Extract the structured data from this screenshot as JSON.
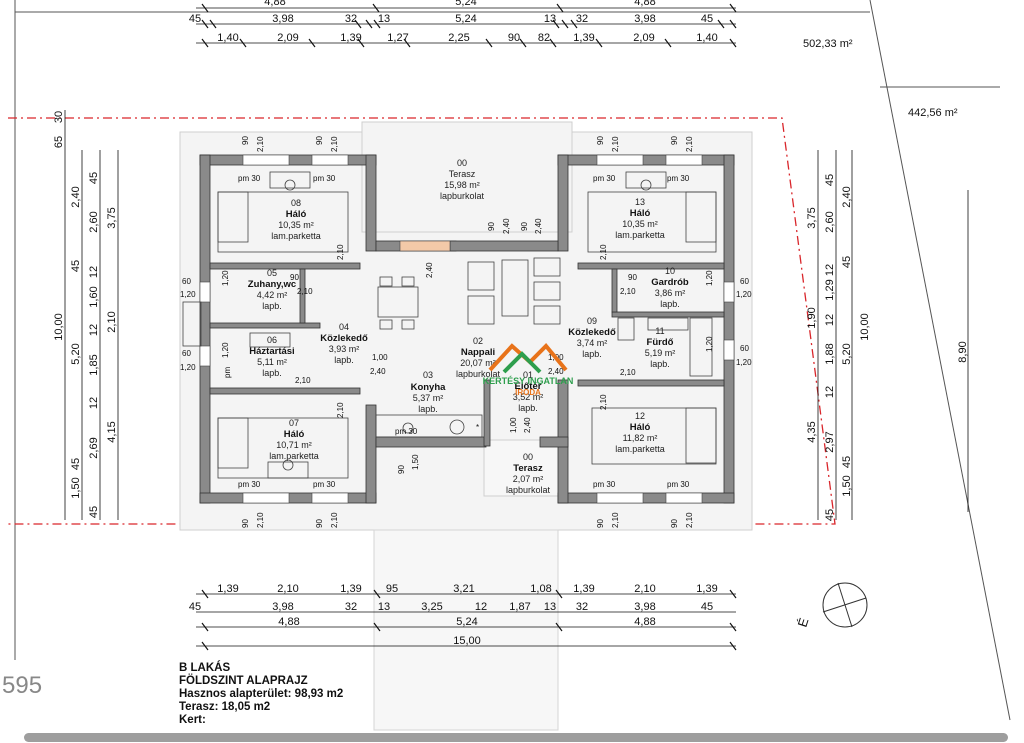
{
  "plot_area": "502,33 m²",
  "building_plot_area": "442,56 m²",
  "top_dims": {
    "row1": [
      "4,88",
      "5,24",
      "4,88"
    ],
    "row2": [
      "45",
      "3,98",
      "32",
      "13",
      "5,24",
      "13",
      "32",
      "3,98",
      "45"
    ],
    "row3": [
      "1,40",
      "2,09",
      "1,39",
      "1,27",
      "2,25",
      "90",
      "82",
      "1,39",
      "2,09",
      "1,40"
    ]
  },
  "bottom_dims": {
    "row1": [
      "1,39",
      "2,10",
      "1,39",
      "95",
      "3,21",
      "1,08",
      "1,39",
      "2,10",
      "1,39"
    ],
    "row2": [
      "45",
      "3,98",
      "32",
      "13",
      "3,25",
      "12",
      "1,87",
      "13",
      "32",
      "3,98",
      "45"
    ],
    "row3": [
      "4,88",
      "5,24",
      "4,88"
    ],
    "total": "15,00"
  },
  "left_dims": {
    "col1": [
      "65",
      "30"
    ],
    "col2": [
      "2,40",
      "45",
      "5,20",
      "45",
      "1,50"
    ],
    "col3": [
      "45",
      "2,60",
      "12",
      "1,60",
      "12",
      "1,85",
      "12",
      "2,69",
      "45"
    ],
    "col4": [
      "3,75",
      "2,10",
      "4,15"
    ],
    "total": "10,00"
  },
  "right_dims": {
    "col1": [
      "3,75",
      "1,90",
      "4,35"
    ],
    "col2": [
      "45",
      "2,60",
      "12",
      "1,29",
      "12",
      "1,88",
      "12",
      "2,97",
      "45"
    ],
    "col3": [
      "2,40",
      "45",
      "5,20",
      "45",
      "1,50"
    ],
    "total": "10,00",
    "site": "8,90"
  },
  "rooms": [
    {
      "num": "00",
      "name": "Terasz",
      "area": "15,98 m²",
      "floor": "lapburkolat"
    },
    {
      "num": "08",
      "name": "Háló",
      "area": "10,35 m²",
      "floor": "lam.parketta"
    },
    {
      "num": "13",
      "name": "Háló",
      "area": "10,35 m²",
      "floor": "lam.parketta"
    },
    {
      "num": "05",
      "name": "Zuhany,wc",
      "area": "4,42 m²",
      "floor": "lapb."
    },
    {
      "num": "06",
      "name": "Háztartási",
      "area": "5,11 m²",
      "floor": "lapb."
    },
    {
      "num": "04",
      "name": "Közlekedő",
      "area": "3,93 m²",
      "floor": "lapb."
    },
    {
      "num": "02",
      "name": "Nappali",
      "area": "20,07 m²",
      "floor": "lapburkolat"
    },
    {
      "num": "03",
      "name": "Konyha",
      "area": "5,37 m²",
      "floor": "lapb."
    },
    {
      "num": "01",
      "name": "Előtér",
      "area": "3,52 m²",
      "floor": "lapb."
    },
    {
      "num": "10",
      "name": "Gardrób",
      "area": "3,86 m²",
      "floor": "lapb."
    },
    {
      "num": "09",
      "name": "Közlekedő",
      "area": "3,74 m²",
      "floor": "lapb."
    },
    {
      "num": "11",
      "name": "Fürdő",
      "area": "5,19 m²",
      "floor": "lapb."
    },
    {
      "num": "07",
      "name": "Háló",
      "area": "10,71 m²",
      "floor": "lam.parketta"
    },
    {
      "num": "12",
      "name": "Háló",
      "area": "11,82 m²",
      "floor": "lam.parketta"
    },
    {
      "num": "00",
      "name": "Terasz",
      "area": "2,07 m²",
      "floor": "lapburkolat"
    }
  ],
  "labels": {
    "pm30": "pm 30",
    "pm": "pm",
    "window_90": "90",
    "window_210": "2,10",
    "window_60": "60",
    "window_120": "1,20",
    "window_240": "2,40",
    "window_100": "1,00",
    "window_150": "1,50",
    "north": "É",
    "star": "*"
  },
  "logo": {
    "line1": "KERTÉSY INGATLAN",
    "line2": "IRODA"
  },
  "title_block": {
    "line1": "B LAKÁS",
    "line2": "FÖLDSZINT ALAPRAJZ",
    "line3": "Hasznos alapterület: 98,93 m2",
    "line4": "Terasz:  18,05 m2",
    "line5": "Kert:"
  },
  "page_number": "595",
  "colors": {
    "wall": "#8a8a8a",
    "boundary": "#d9262b",
    "logo_orange": "#e8731a",
    "logo_green": "#2e9e4d"
  }
}
